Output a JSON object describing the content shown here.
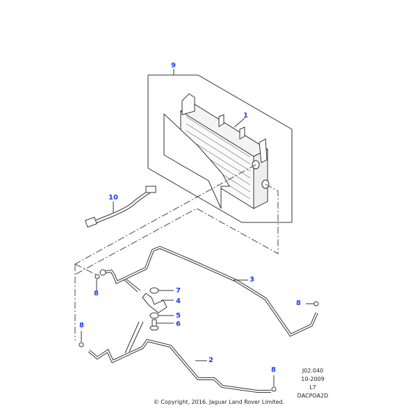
{
  "diagram": {
    "title": "Oil cooler and transmission cooler pipes exploded parts diagram",
    "callouts": [
      {
        "id": "9",
        "part": "oil-cooler-assembly-kit"
      },
      {
        "id": "1",
        "part": "oil-cooler"
      },
      {
        "id": "10",
        "part": "wiring-harness"
      },
      {
        "id": "3",
        "part": "cooler-pipe-upper"
      },
      {
        "id": "8",
        "part": "o-ring-seal-a"
      },
      {
        "id": "7",
        "part": "washer-upper"
      },
      {
        "id": "4",
        "part": "pipe-clamp-bracket"
      },
      {
        "id": "5",
        "part": "washer-lower"
      },
      {
        "id": "6",
        "part": "bolt"
      },
      {
        "id": "8",
        "part": "o-ring-seal-b"
      },
      {
        "id": "8",
        "part": "o-ring-seal-c"
      },
      {
        "id": "2",
        "part": "cooler-pipe-lower"
      },
      {
        "id": "8",
        "part": "o-ring-seal-d"
      }
    ],
    "colors": {
      "callout": "#1e3cf0",
      "line": "#333333"
    }
  },
  "meta": {
    "ref": "J02.040",
    "date": "10-2009",
    "model": "L7",
    "code": "DACPOA2D"
  },
  "copyright": "© Copyright, 2016. Jaguar Land Rover Limited."
}
